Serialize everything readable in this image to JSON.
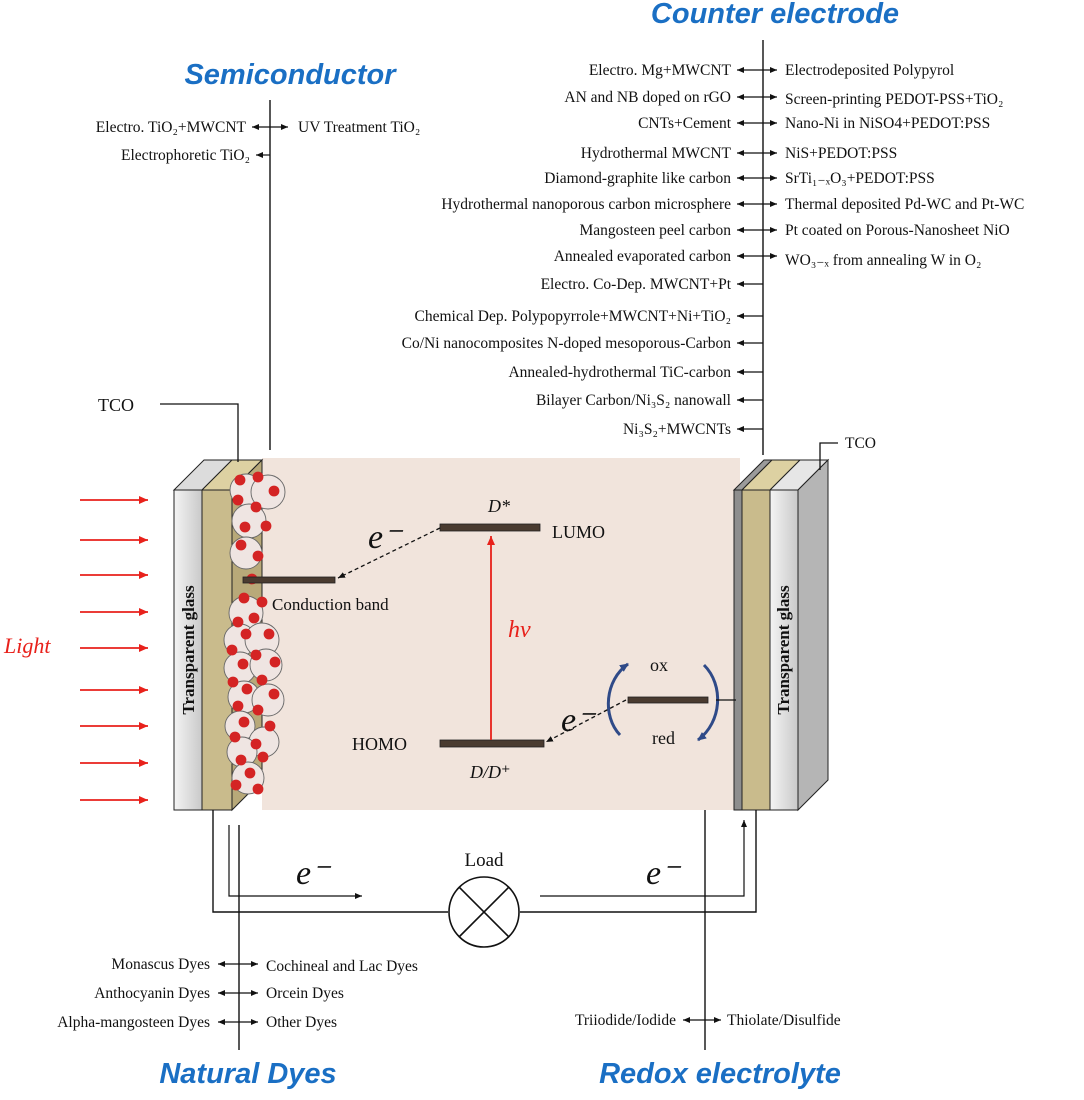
{
  "titles": {
    "semiconductor": "Semiconductor",
    "counter_electrode": "Counter electrode",
    "natural_dyes": "Natural  Dyes",
    "redox_electrolyte": "Redox electrolyte"
  },
  "semiconductor": {
    "left": [
      "Electro. TiO₂+MWCNT",
      "Electrophoretic TiO₂"
    ],
    "right": [
      "UV Treatment TiO₂"
    ]
  },
  "counter_electrode": {
    "left": [
      "Electro. Mg+MWCNT",
      "AN and NB doped on rGO",
      "CNTs+Cement",
      "Hydrothermal MWCNT",
      "Diamond-graphite like carbon",
      "Hydrothermal nanoporous carbon microsphere",
      "Mangosteen peel carbon",
      "Annealed evaporated carbon",
      "Electro. Co-Dep. MWCNT+Pt",
      "Chemical Dep. Polypopyrrole+MWCNT+Ni+TiO₂",
      "Co/Ni nanocomposites N-doped mesoporous-Carbon",
      "Annealed-hydrothermal TiC-carbon",
      "Bilayer Carbon/Ni₃S₂ nanowall",
      "Ni₃S₂+MWCNTs"
    ],
    "right": [
      "Electrodeposited Polypyrol",
      "Screen-printing PEDOT-PSS+TiO₂",
      "Nano-Ni in NiSO4+PEDOT:PSS",
      "NiS+PEDOT:PSS",
      "SrTi₁₋ₓO₃+PEDOT:PSS",
      "Thermal deposited Pd-WC and Pt-WC",
      "Pt coated on Porous-Nanosheet NiO",
      "WO₃₋ₓ from annealing W in O₂"
    ]
  },
  "natural_dyes": {
    "left": [
      "Monascus Dyes",
      "Anthocyanin Dyes",
      "Alpha-mangosteen Dyes"
    ],
    "right": [
      "Cochineal and Lac Dyes",
      "Orcein Dyes",
      "Other Dyes"
    ]
  },
  "redox_electrolyte": {
    "left": [
      "Triiodide/Iodide"
    ],
    "right": [
      "Thiolate/Disulfide"
    ]
  },
  "cell": {
    "tco_left": "TCO",
    "tco_right": "TCO",
    "glass_left": "Transparent glass",
    "glass_right": "Transparent glass",
    "light": "Light",
    "conduction_band": "Conduction band",
    "lumo": "LUMO",
    "homo": "HOMO",
    "d_star": "D*",
    "d_dplus": "D/D⁺",
    "hv": "hν",
    "ox": "ox",
    "red": "red",
    "load": "Load",
    "electron": "e⁻"
  },
  "colors": {
    "title_blue": "#1a6fc4",
    "light_arrow_red": "#e8211b",
    "dye_dot_red": "#d42424",
    "electrolyte_fill": "#f1e4dc",
    "tco_fill": "#c9bb8c",
    "glass_fill": "#e4e4e4",
    "redox_arrow_blue": "#2f4a88"
  },
  "icons": [
    "load-symbol",
    "redox-cycle-arrows",
    "light-arrows"
  ]
}
